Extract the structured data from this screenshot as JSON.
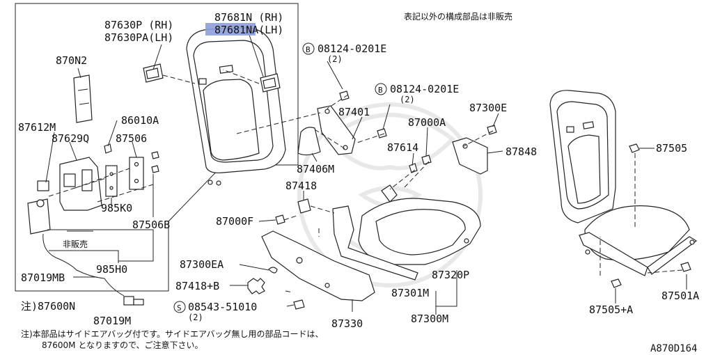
{
  "header": {
    "not_sold_note": "表記以外の構成部品は非販売",
    "highlight_color": "#8e9fd8"
  },
  "labels": {
    "p87681N": "87681N (RH)",
    "p87681NA": "87681NA(LH)",
    "p87630P": "87630P (RH)",
    "p87630PA": "87630PA(LH)",
    "p870N2": "870N2",
    "p86010A": "86010A",
    "p87612M": "87612M",
    "p87629Q": "87629Q",
    "p87506": "87506",
    "p985K0": "985K0",
    "p87506B": "87506B",
    "not_sold": "非販売",
    "p985H0": "985H0",
    "p87019MB": "87019MB",
    "p87600N": "注)87600N",
    "p87019M": "87019M",
    "p08124_1": "08124-0201E",
    "p08124_1q": "(2)",
    "p08124_2": "08124-0201E",
    "p08124_2q": "(2)",
    "p87401": "87401",
    "p87406M": "87406M",
    "p87300E": "87300E",
    "p87000A": "87000A",
    "p87614": "87614",
    "p87848": "87848",
    "p87418": "87418",
    "p87000F": "87000F",
    "p87300EA": "87300EA",
    "p87418B": "87418+B",
    "p08543": "08543-51010",
    "p08543q": "(2)",
    "p87330": "87330",
    "p87320P": "87320P",
    "p87301M": "87301M",
    "p87300M": "87300M",
    "p87505": "87505",
    "p87505A": "87505+A",
    "p87501A": "87501A",
    "circle_b": "B",
    "circle_s": "S"
  },
  "footer": {
    "note_line1": "注)本部品はサイドエアバッグ付です。サイドエアバッグ無し用の部品コードは、",
    "note_line2": "87600M となりますので、ご注意下さい。",
    "diagram_code": "A870D164"
  }
}
